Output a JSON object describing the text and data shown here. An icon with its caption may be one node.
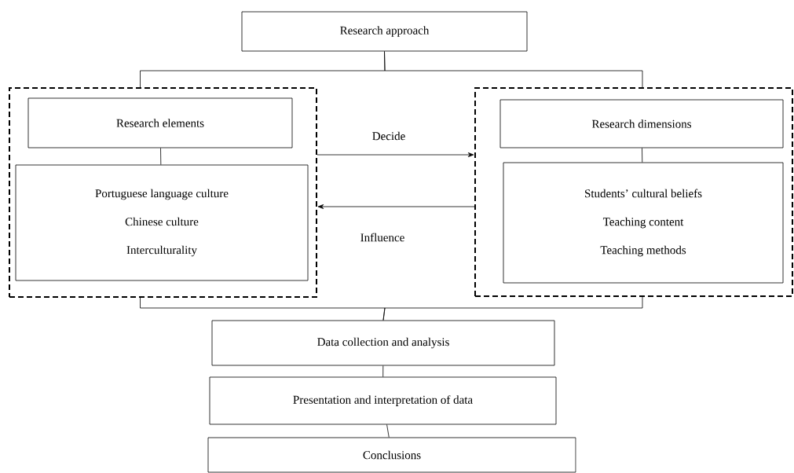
{
  "diagram": {
    "nodes": [
      {
        "text": [
          "Research approach"
        ]
      },
      {
        "text": [],
        "shape": "box"
      },
      {
        "text": [
          "Research elements"
        ],
        "in": 1
      },
      {
        "text": [
          "Portuguese language culture",
          "Chinese culture",
          "Interculturality"
        ],
        "in": 1
      },
      {
        "text": [],
        "shape": "box"
      },
      {
        "text": [
          "Research dimensions"
        ],
        "in": 4
      },
      {
        "text": [
          "Students’ cultural beliefs",
          "Teaching content",
          "Teaching methods"
        ],
        "in": 4
      },
      {
        "text": [
          "Data collection and analysis"
        ]
      },
      {
        "text": [
          "Presentation and interpretation of data"
        ]
      },
      {
        "text": [
          "Conclusions"
        ]
      }
    ],
    "edges": [
      {
        "from": 0,
        "to": 1,
        "arrow": "none"
      },
      {
        "from": 0,
        "to": 4,
        "arrow": "none"
      },
      {
        "from": 2,
        "to": 3,
        "arrow": "none"
      },
      {
        "from": 5,
        "to": 6,
        "arrow": "none"
      },
      {
        "from": 1,
        "to": 4,
        "arrow": "to",
        "label": "Decide"
      },
      {
        "from": 4,
        "to": 1,
        "arrow": "to",
        "label": "Influence"
      },
      {
        "from": 1,
        "to": 7,
        "arrow": "none"
      },
      {
        "from": 4,
        "to": 7,
        "arrow": "none"
      },
      {
        "from": 7,
        "to": 8,
        "arrow": "none"
      },
      {
        "from": 8,
        "to": 9,
        "arrow": "none"
      }
    ]
  }
}
